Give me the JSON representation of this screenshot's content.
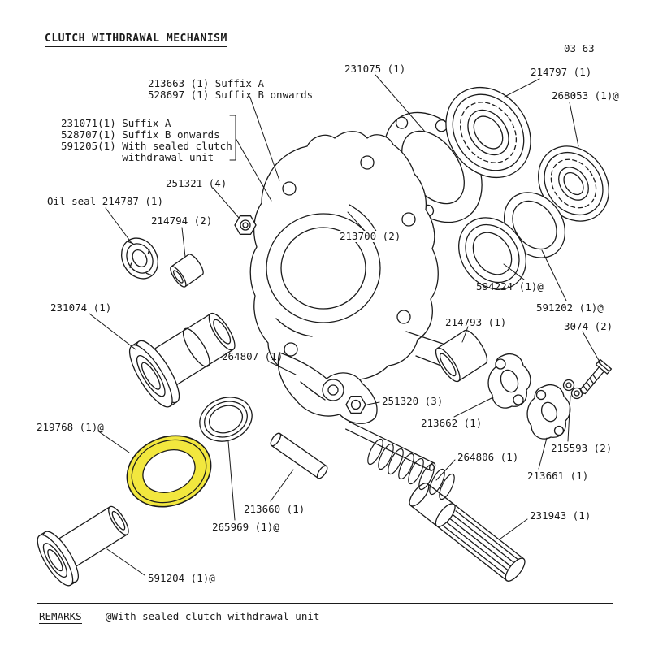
{
  "page": {
    "title": "CLUTCH WITHDRAWAL MECHANISM",
    "page_ref": "03 63"
  },
  "remarks": {
    "heading": "REMARKS",
    "note": "@With sealed clutch withdrawal unit"
  },
  "colors": {
    "ink": "#1b1b1b",
    "highlight": "#f2e73e",
    "paper": "#ffffff"
  },
  "labels": {
    "l213663": "213663 (1) Suffix A\n528697 (1) Suffix B onwards",
    "l231071": "231071(1) Suffix A\n528707(1) Suffix B onwards\n591205(1) With sealed clutch\n          withdrawal unit",
    "l231075": "231075 (1)",
    "l214797": "214797 (1)",
    "l268053": "268053 (1)@",
    "l251321": "251321 (4)",
    "l214787": "Oil seal 214787 (1)",
    "l214794": "214794 (2)",
    "l213700": "213700 (2)",
    "l594224": "594224 (1)@",
    "l591202": "591202 (1)@",
    "l231074": "231074 (1)",
    "l214793": "214793 (1)",
    "l3074": "3074 (2)",
    "l264807": "264807 (1)",
    "l251320": "251320 (3)",
    "l213662": "213662 (1)",
    "l219768": "219768 (1)@",
    "l264806": "264806 (1)",
    "l215593": "215593 (2)",
    "l213661": "213661 (1)",
    "l213660": "213660 (1)",
    "l265969": "265969 (1)@",
    "l231943": "231943 (1)",
    "l591204": "591204 (1)@"
  }
}
